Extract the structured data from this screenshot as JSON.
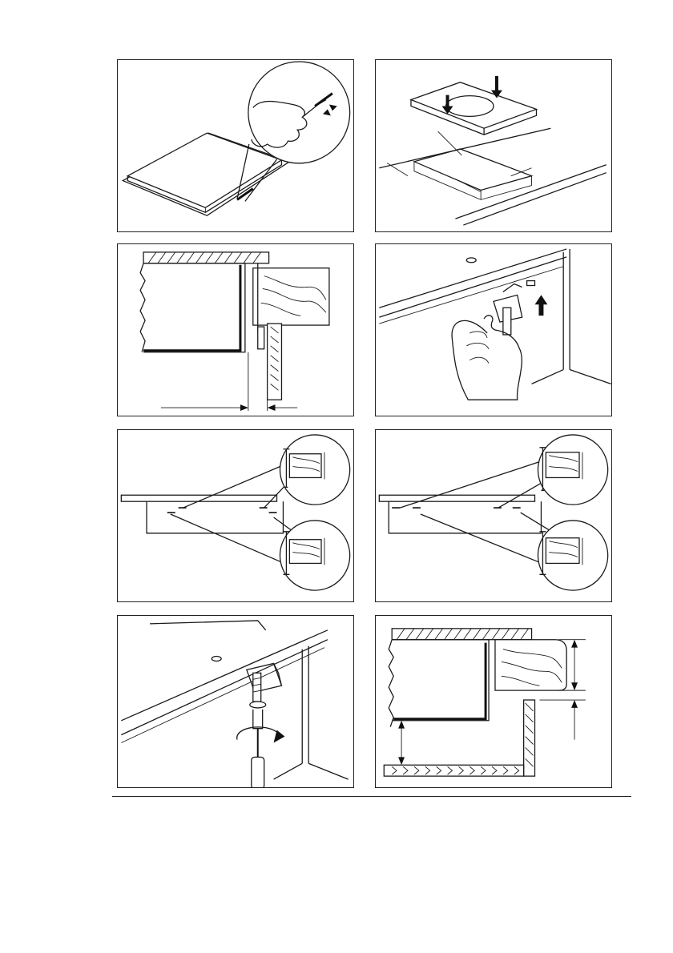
{
  "page": {
    "description_icons": {
      "panel1": "sealing-strip-application",
      "panel2": "hob-lowering-into-cutout",
      "panel3": "cross-section-worktop-clearance",
      "panel4": "bracket-fitting-hand",
      "panel5": "bracket-positions-thin-worktop",
      "panel6": "bracket-positions-thick-worktop",
      "panel7": "screwdriver-tightening-bracket",
      "panel8": "cross-section-drawer-clearance"
    },
    "colors": {
      "line": "#1a1a1a",
      "background": "#ffffff"
    }
  }
}
